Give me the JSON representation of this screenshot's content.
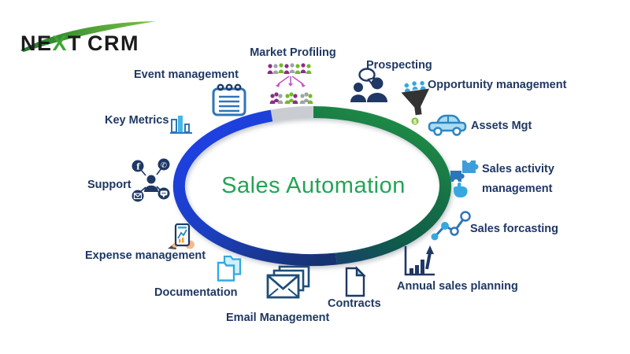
{
  "logo": {
    "text_ne": "NE",
    "text_x": "X",
    "text_t": "T",
    "text_crm": "CRM"
  },
  "title": {
    "text": "Sales Automation",
    "color": "#23A455"
  },
  "ring_colors": {
    "blue": "#1E40E8",
    "navy": "#173271",
    "green": "#219445",
    "teal": "#0F5B4B",
    "gray": "#C9CDD2"
  },
  "labels": {
    "market_profiling": "Market Profiling",
    "event_management": "Event management",
    "key_metrics": "Key Metrics",
    "prospecting": "Prospecting",
    "opportunity_management": "Opportunity management",
    "assets_mgt": "Assets Mgt",
    "sales_activity_line1": "Sales activity",
    "sales_activity_line2": "management",
    "sales_forcasting": "Sales forcasting",
    "annual_sales_planning": "Annual sales planning",
    "contracts": "Contracts",
    "email_management": "Email Management",
    "documentation": "Documentation",
    "expense_management": "Expense management",
    "support": "Support"
  },
  "icons": {
    "market_profiling": "people-network-icon",
    "event_management": "calendar-notepad-icon",
    "key_metrics": "bar-chart-icon",
    "prospecting": "people-chat-icon",
    "opportunity_management": "sales-funnel-icon",
    "assets_mgt": "car-icon",
    "sales_activity": "puzzle-hand-icon",
    "sales_forcasting": "trend-dots-icon",
    "annual_sales_planning": "growth-chart-icon",
    "contracts": "document-icon",
    "email_management": "envelopes-icon",
    "documentation": "folders-icon",
    "expense_management": "hand-tablet-icon",
    "support": "support-channels-icon"
  }
}
